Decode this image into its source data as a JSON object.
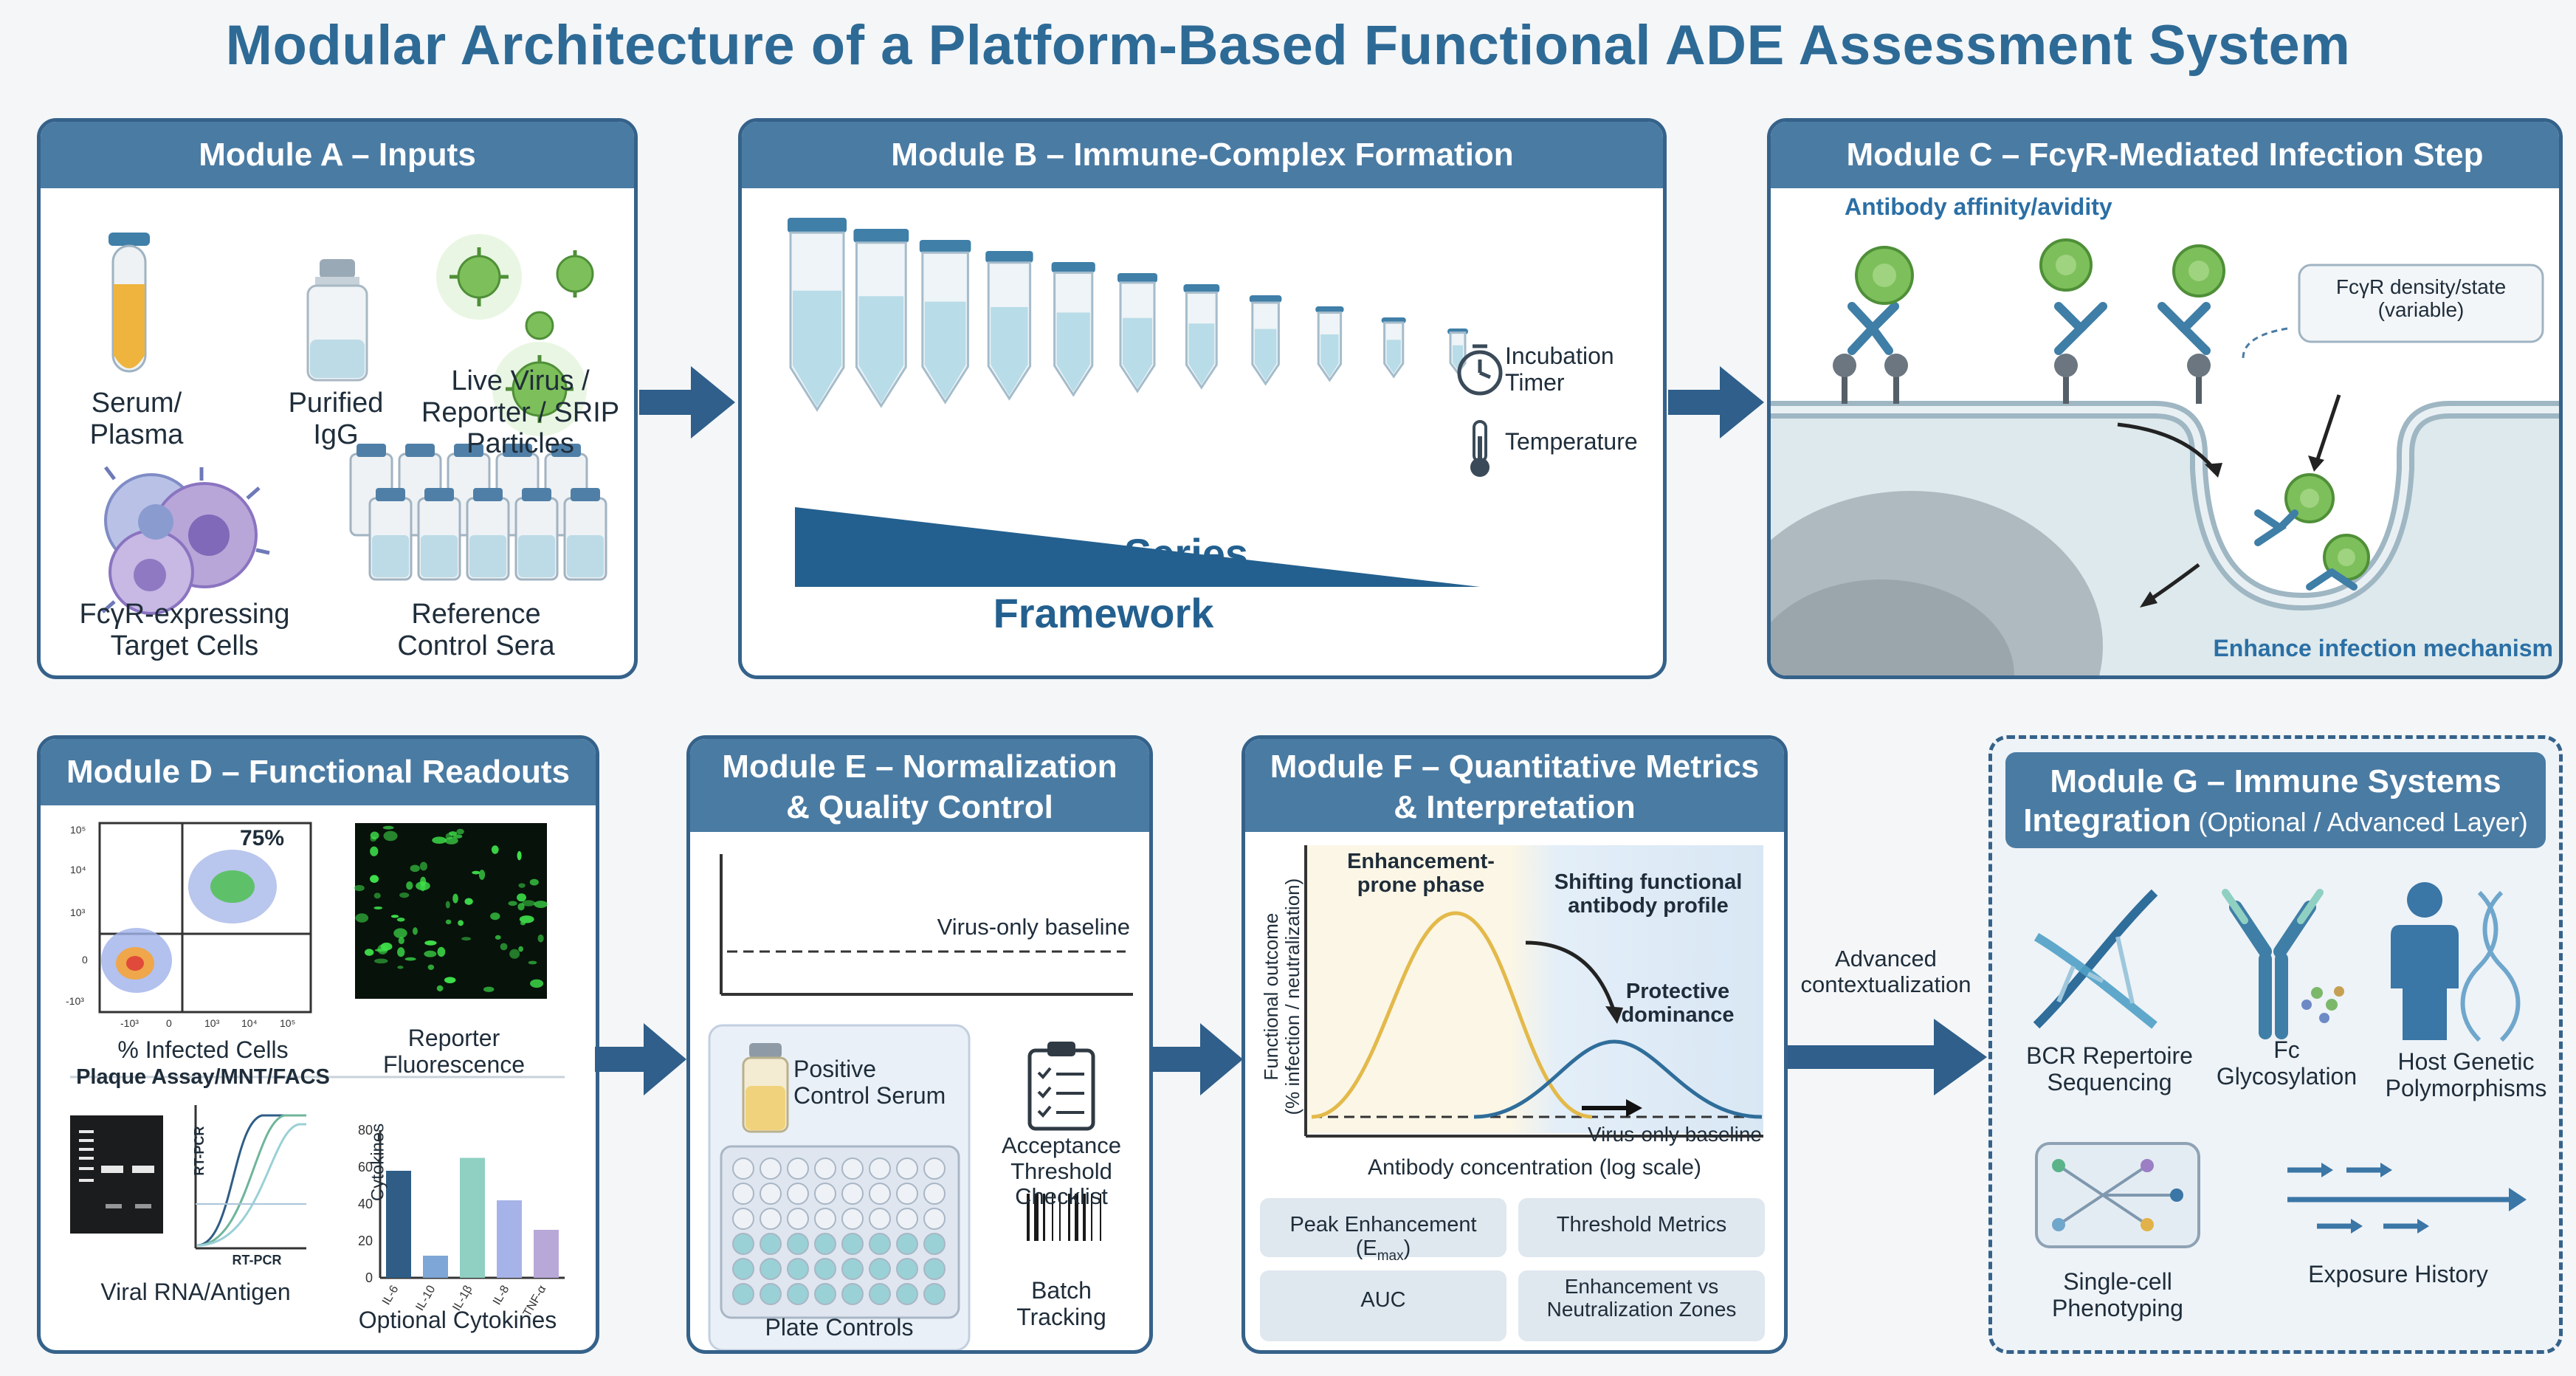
{
  "title": "Modular Architecture of a Platform-Based Functional ADE Assessment System",
  "module_a": {
    "header": "Module A – Inputs",
    "serum": "Serum/\nPlasma",
    "igg": "Purified\nIgG",
    "virus": "Live Virus /\nReporter / SRIP\nParticles",
    "cells": "FcγR-expressing\nTarget Cells",
    "control": "Reference\nControl Sera"
  },
  "module_b": {
    "header": "Module B – Immune-Complex Formation",
    "timer": "Incubation\nTimer",
    "temperature": "Temperature",
    "dilution": "Dilution Series\nFramework"
  },
  "module_c": {
    "header": "Module C – FcγR-Mediated Infection Step",
    "affinity": "Antibody affinity/avidity",
    "fcgr_state": "FcγR density/state\n(variable)",
    "mechanism": "Enhance infection mechanism"
  },
  "module_d": {
    "header": "Module D – Functional Readouts",
    "facs_percent": "75%",
    "infected": "% Infected Cells",
    "plaque": "Plaque Assay/MNT/FACS",
    "reporter": "Reporter\nFluorescence",
    "rtpcr_a": "RT-PCR",
    "rtpcr_b": "RT-PCR",
    "viral_rna": "Viral RNA/Antigen",
    "cytokine_ylabel": "Cytokines",
    "cytokines": "Optional Cytokines"
  },
  "module_e": {
    "header": "Module E – Normalization\n& Quality Control",
    "baseline": "Virus-only baseline",
    "positive": "Positive\nControl Serum",
    "acceptance": "Acceptance\nThreshold\nChecklist",
    "batch": "Batch\nTracking",
    "plate": "Plate Controls"
  },
  "module_f": {
    "header": "Module F – Quantitative Metrics\n& Interpretation",
    "enh_phase": "Enhancement-\nprone phase",
    "shifting": "Shifting functional\nantibody profile",
    "protective": "Protective\ndominance",
    "baseline": "Virus-only baseline",
    "ylabel": "Functional outcome\n(% infection / neutralization)",
    "xlabel": "Antibody concentration (log scale)",
    "peak": "Peak Enhancement (E",
    "peak_sub": "max",
    "threshold": "Threshold Metrics",
    "auc": "AUC",
    "zones": "Enhancement vs\nNeutralization Zones"
  },
  "module_g": {
    "header": "Module G – Immune Systems",
    "header2": "Integration",
    "header2_opt": " (Optional / Advanced Layer)",
    "bcr": "BCR Repertoire\nSequencing",
    "fc": "Fc\nGlycosylation",
    "host": "Host Genetic\nPolymorphisms",
    "singlecell": "Single-cell\nPhenotyping",
    "exposure": "Exposure History"
  },
  "advanced": "Advanced\ncontextualization",
  "cytokine_chart": {
    "type": "bar",
    "categories": [
      "IL-6",
      "IL-10",
      "IL-1β",
      "IL-8",
      "TNF-α"
    ],
    "values": [
      58,
      12,
      65,
      42,
      26
    ],
    "ylim": [
      0,
      80
    ],
    "yticks": [
      "0",
      "20",
      "40",
      "60",
      "80"
    ],
    "colors": [
      "#2f5d86",
      "#7ea6d6",
      "#8fd0c2",
      "#a6b3e8",
      "#b8a8d8"
    ]
  },
  "facs_ticks": {
    "y": [
      "10⁵",
      "10⁴",
      "10³",
      "0",
      "-10³"
    ],
    "x": [
      "-10³",
      "0",
      "10³",
      "10⁴",
      "10⁵"
    ]
  },
  "colors": {
    "primary": "#35628a",
    "header": "#4a7ba3",
    "title": "#2e6a96",
    "enhancement_curve": "#e3b94a",
    "protection_curve": "#2f6d9a"
  }
}
